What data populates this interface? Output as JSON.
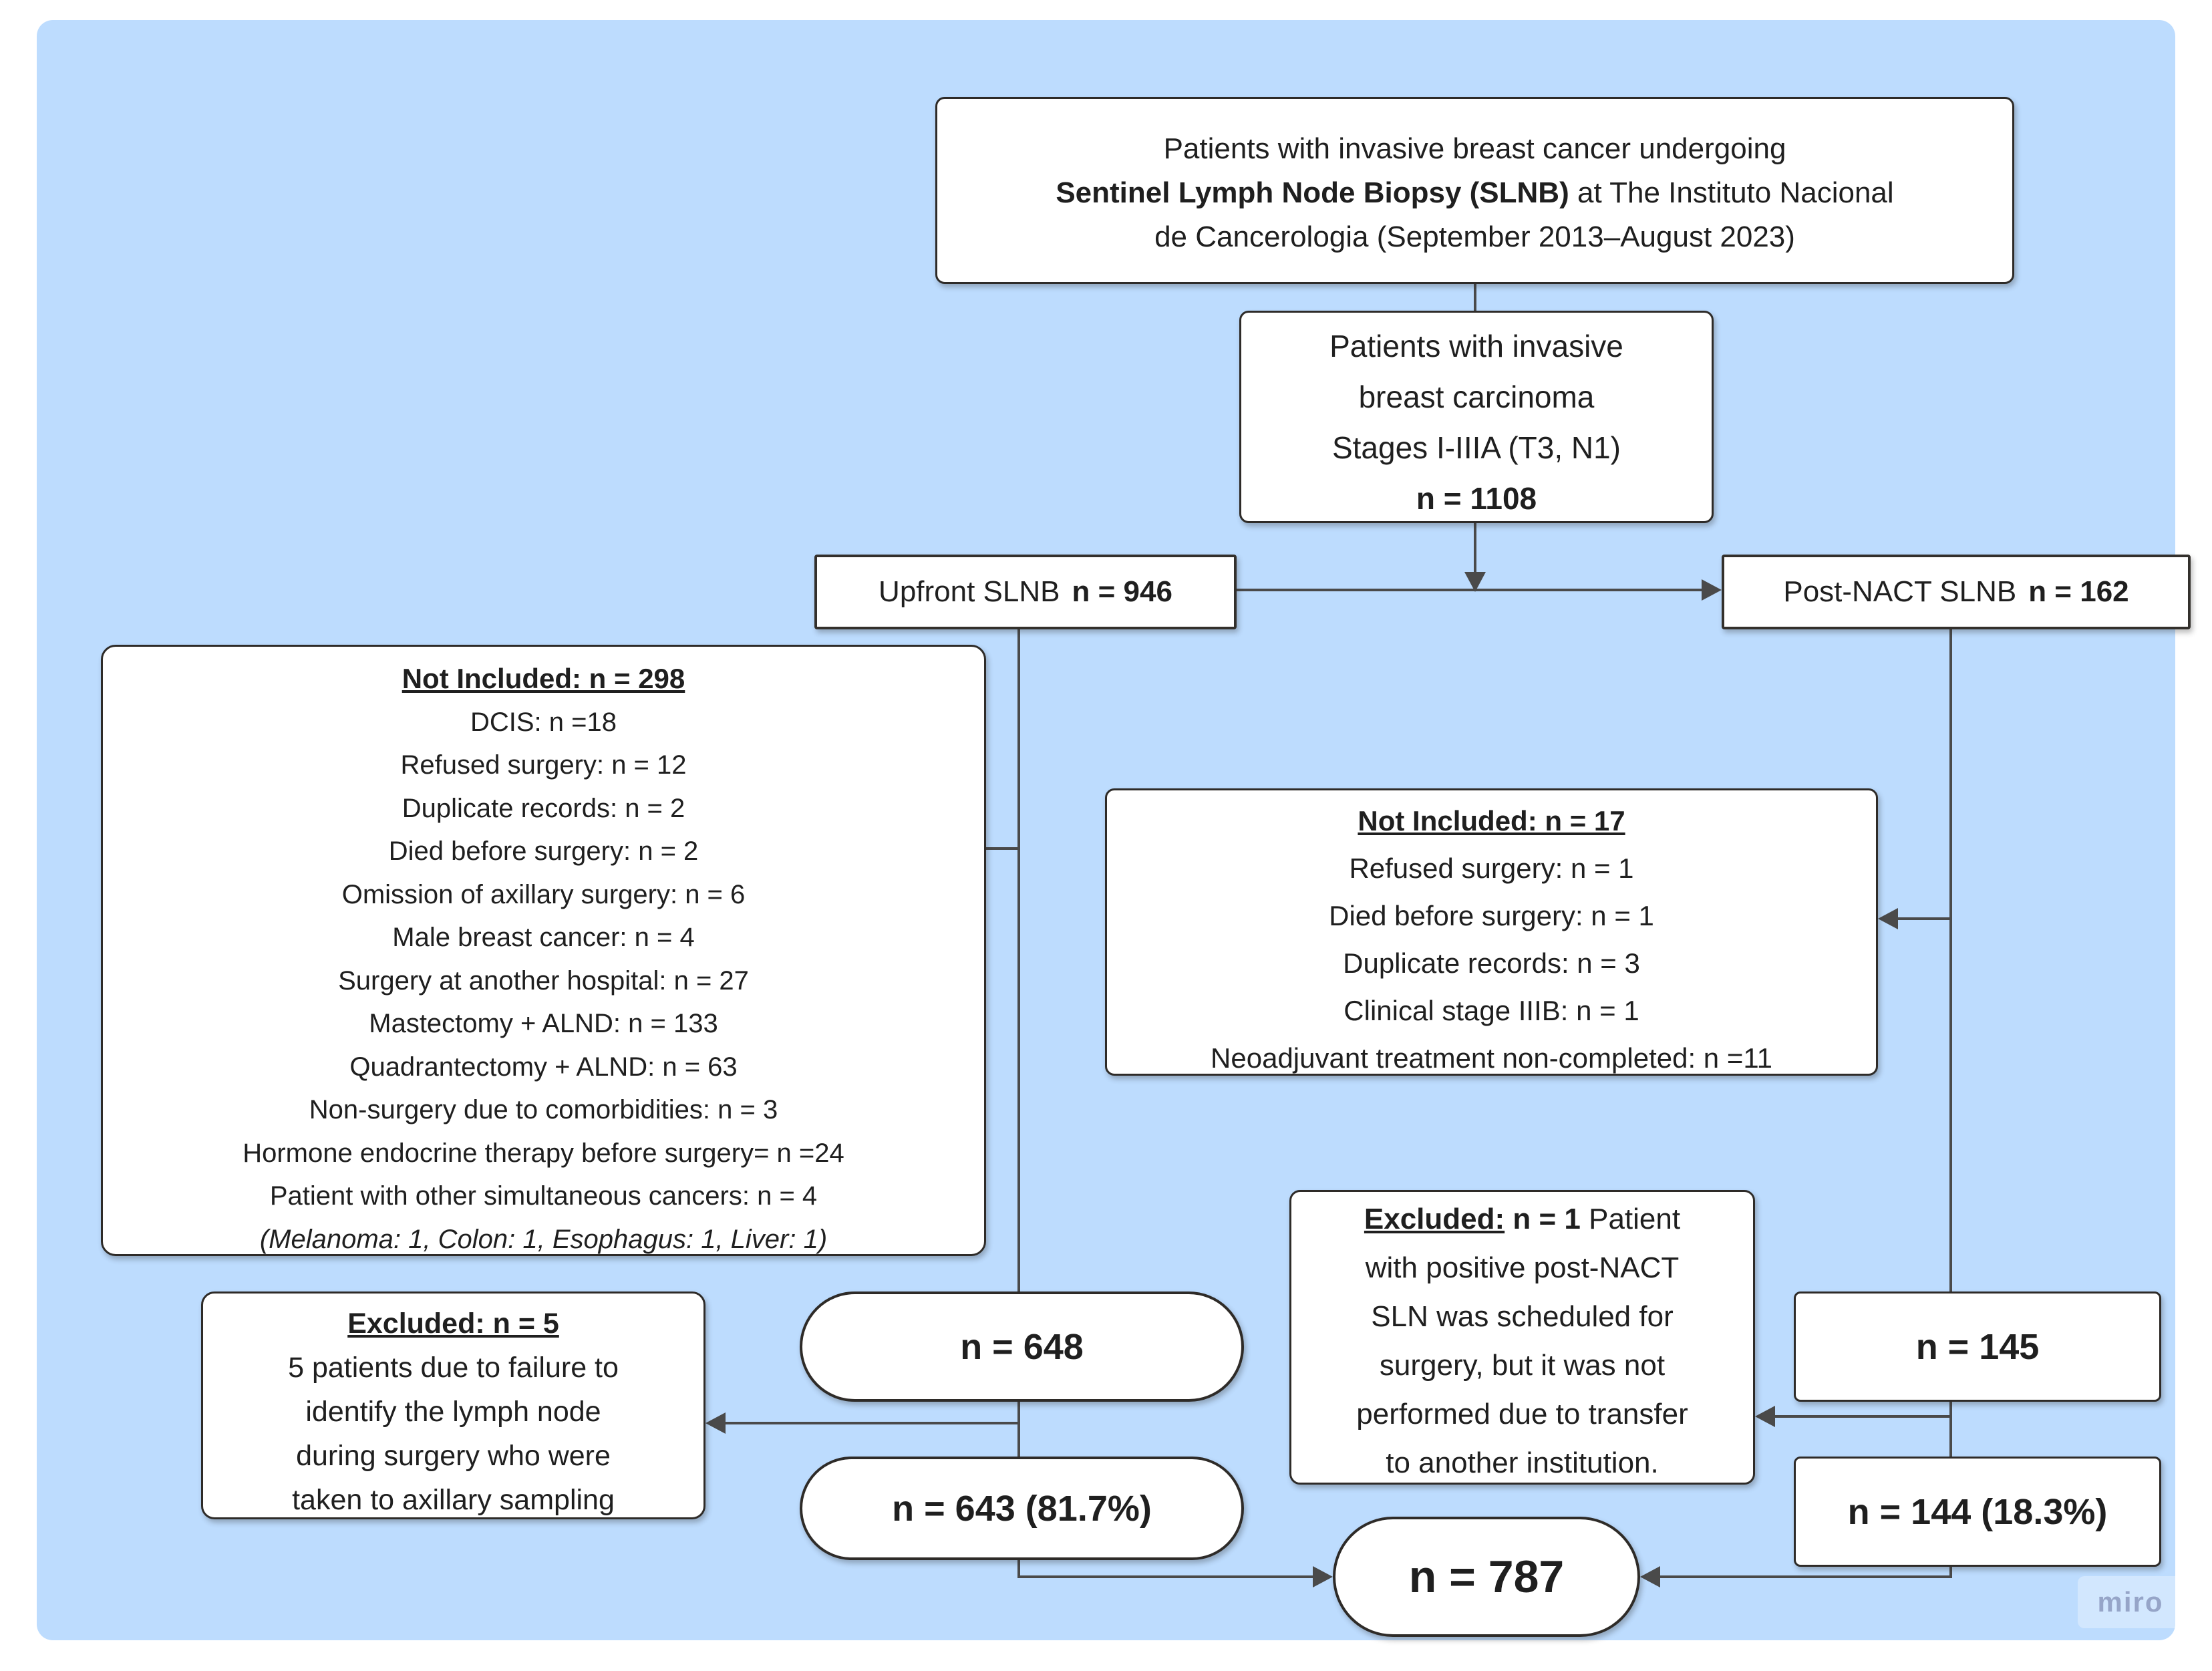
{
  "colors": {
    "canvas_background": "#BDDCFE",
    "node_background": "#FFFFFF",
    "node_border": "#2E2B28",
    "connector": "#4A4A4A",
    "text": "#1F1F1F",
    "watermark_text": "#96A5C8"
  },
  "top": {
    "line1": "Patients with invasive breast cancer undergoing",
    "line2_bold": "Sentinel Lymph Node Biopsy (SLNB)",
    "line2_rest": " at The Instituto Nacional",
    "line3": "de Cancerologia (September 2013–August 2023)"
  },
  "cohort": {
    "line1": "Patients with invasive",
    "line2": "breast carcinoma",
    "line3": "Stages I-IIIA (T3, N1)",
    "n": "n = 1108"
  },
  "branches": {
    "upfront": {
      "label": "Upfront SLNB",
      "n": "n = 946"
    },
    "postnact": {
      "label": "Post-NACT SLNB",
      "n": "n = 162"
    }
  },
  "not_included_upfront": {
    "header": "Not Included: n = 298",
    "items": [
      "DCIS: n =18",
      "Refused surgery: n = 12",
      "Duplicate records: n = 2",
      "Died before surgery: n = 2",
      "Omission of axillary surgery: n = 6",
      "Male breast cancer: n = 4",
      "Surgery at another hospital: n = 27",
      "Mastectomy + ALND: n = 133",
      "Quadrantectomy + ALND: n = 63",
      "Non-surgery due to comorbidities: n = 3",
      "Hormone endocrine therapy before surgery= n =24",
      "Patient with other simultaneous cancers: n = 4"
    ],
    "footnote": "(Melanoma: 1, Colon: 1, Esophagus: 1, Liver: 1)"
  },
  "not_included_postnact": {
    "header": "Not Included: n = 17",
    "items": [
      "Refused surgery: n = 1",
      "Died before surgery: n = 1",
      "Duplicate records: n = 3",
      "Clinical stage IIIB: n = 1",
      "Neoadjuvant treatment non-completed: n =11"
    ]
  },
  "excluded_upfront": {
    "header": "Excluded: n = 5",
    "lines": [
      "5 patients due to failure to",
      "identify the lymph node",
      "during surgery who were",
      "taken to axillary  sampling"
    ]
  },
  "excluded_postnact": {
    "header": "Excluded:",
    "n_label": " n = 1",
    "after": " Patient",
    "lines": [
      "with positive post-NACT",
      "SLN was scheduled for",
      "surgery, but it was not",
      "performed due to transfer",
      "to another institution."
    ]
  },
  "counts": {
    "upfront_included": "n = 648",
    "upfront_final": "n = 643 (81.7%)",
    "postnact_included": "n = 145",
    "postnact_final": "n = 144 (18.3%)",
    "total": "n = 787"
  },
  "watermark": "miro"
}
